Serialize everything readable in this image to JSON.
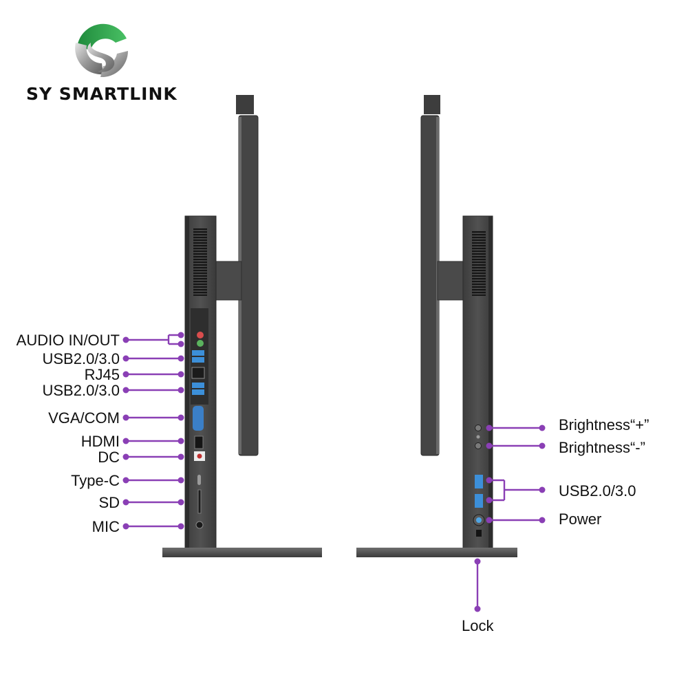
{
  "brand": {
    "name": "SY SMARTLINK",
    "accent": "#8a3fb5",
    "logo_green": "#2fa84f"
  },
  "left_view": {
    "labels": {
      "audio": "AUDIO IN/OUT",
      "usb_top": "USB2.0/3.0",
      "rj45": "RJ45",
      "usb_bottom": "USB2.0/3.0",
      "vga": "VGA/COM",
      "hdmi": "HDMI",
      "dc": "DC",
      "typec": "Type-C",
      "sd": "SD",
      "mic": "MIC"
    }
  },
  "right_view": {
    "labels": {
      "bright_plus": "Brightness“+”",
      "bright_minus": "Brightness“-”",
      "usb": "USB2.0/3.0",
      "power": "Power",
      "lock": "Lock"
    }
  }
}
